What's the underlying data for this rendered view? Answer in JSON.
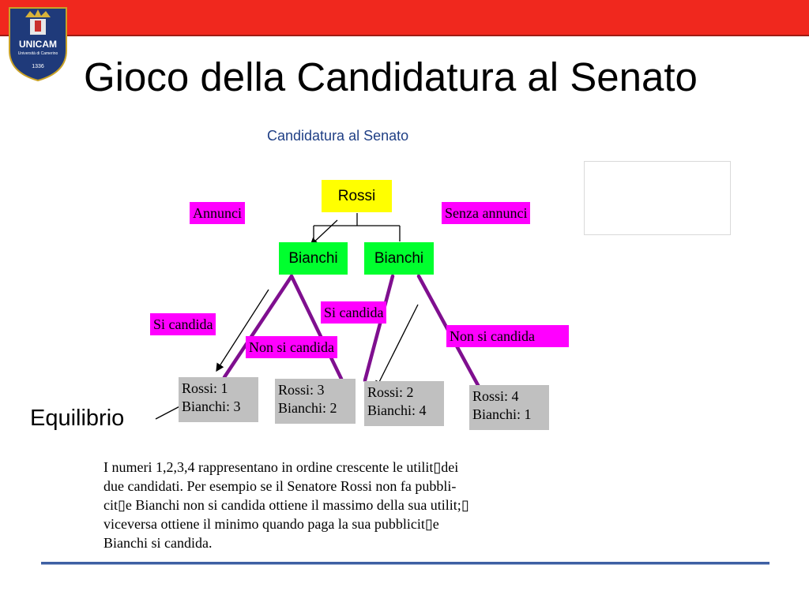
{
  "header": {
    "title": "Gioco della Candidatura al Senato",
    "logo_text": "UNICAM",
    "logo_subtext": "Università di Camerino",
    "logo_year": "1336"
  },
  "diagram": {
    "subtitle": "Candidatura al Senato",
    "root": "Rossi",
    "branches": {
      "left": "Annunci",
      "right": "Senza annunci"
    },
    "second_level": [
      "Bianchi",
      "Bianchi"
    ],
    "actions": {
      "left_candida": "Si candida",
      "left_non": "Non si candida",
      "right_candida": "Si candida",
      "right_non": "Non si candida"
    },
    "payoffs": [
      {
        "rossi": "Rossi: 1",
        "bianchi": "Bianchi: 3"
      },
      {
        "rossi": "Rossi: 3",
        "bianchi": "Bianchi: 2"
      },
      {
        "rossi": "Rossi: 2",
        "bianchi": "Bianchi: 4"
      },
      {
        "rossi": "Rossi: 4",
        "bianchi": "Bianchi: 1"
      }
    ],
    "equilibrium_label": "Equilibrio"
  },
  "description": {
    "lines": [
      "I numeri 1,2,3,4 rappresentano in ordine crescente le utilit▯dei",
      "due candidati. Per esempio se il Senatore Rossi non fa pubbli-",
      "cit▯e Bianchi non si candida ottiene il massimo della sua utilit;▯",
      "viceversa ottiene il minimo quando paga la sua pubblicit▯e",
      "Bianchi si candida."
    ]
  },
  "colors": {
    "header_bar": "#f0281e",
    "root_node": "#ffff00",
    "player_node": "#00ff2e",
    "action_label": "#ff00ff",
    "payoff_box": "#c0c0c0",
    "tree_edges": "#7f0f8f",
    "bottom_rule": "#3d5fa3"
  }
}
